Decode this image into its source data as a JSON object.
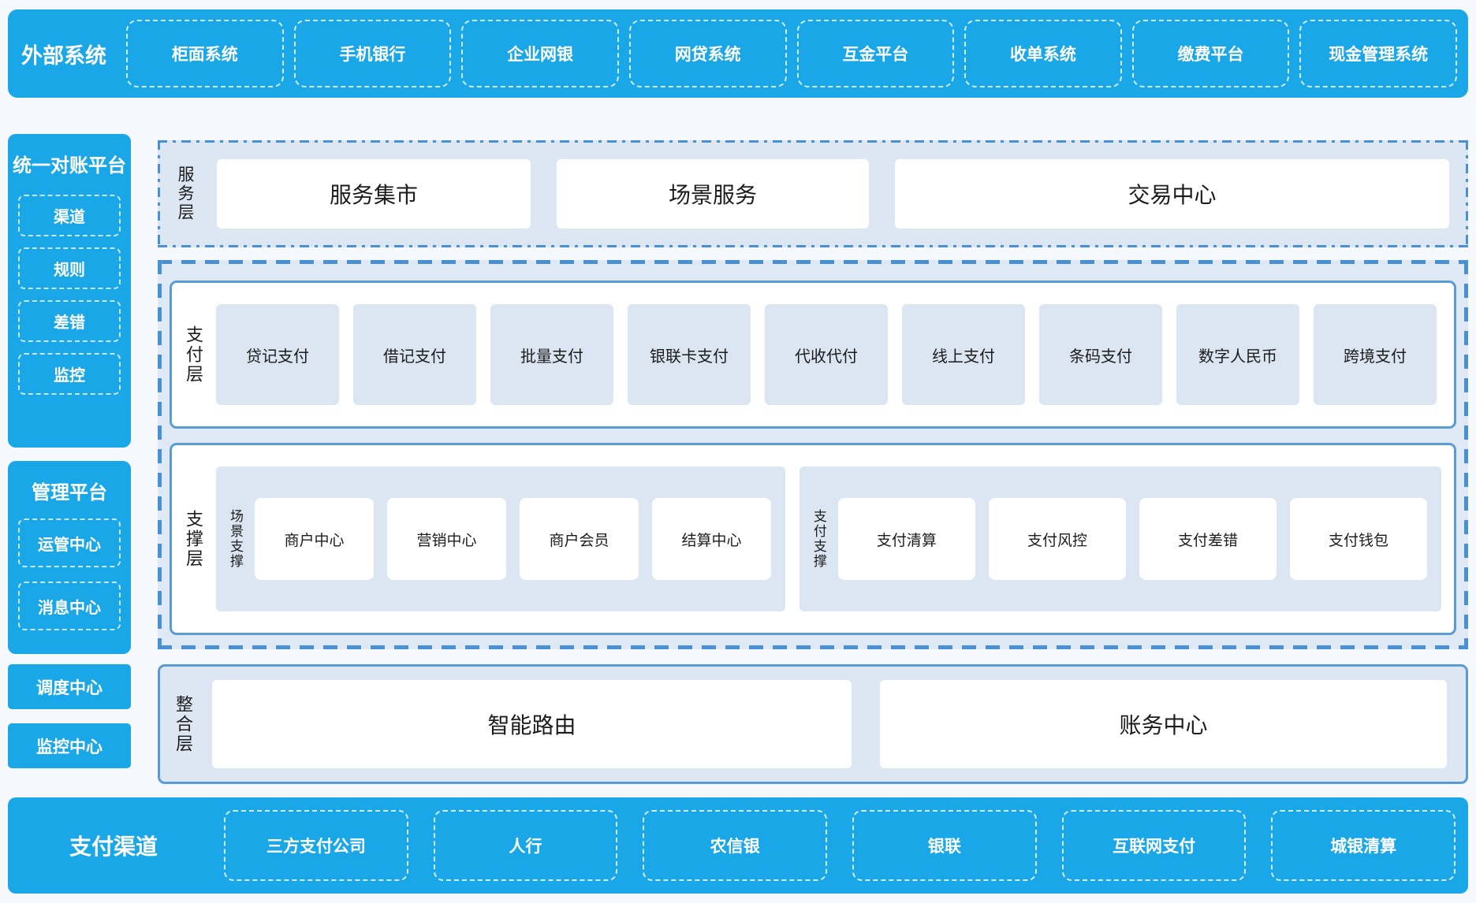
{
  "colors": {
    "accent_blue": "#1aa7e8",
    "solid_border_blue": "#5b9bd5",
    "dashed_border_blue": "#4a90d5",
    "section_bg": "#dde7f4",
    "cell_bg": "#dce6f3",
    "text_dark": "#1c1c1c",
    "text_light": "#ffffff"
  },
  "external_systems": {
    "title": "外部系统",
    "items": [
      "柜面系统",
      "手机银行",
      "企业网银",
      "网贷系统",
      "互金平台",
      "收单系统",
      "缴费平台",
      "现金管理系统"
    ]
  },
  "left_panels": {
    "reconciliation": {
      "title": "统一对账平台",
      "items": [
        "渠道",
        "规则",
        "差错",
        "监控"
      ]
    },
    "management": {
      "title": "管理平台",
      "items": [
        "运管中心",
        "消息中心"
      ]
    },
    "dispatch_center": "调度中心",
    "monitor_center": "监控中心"
  },
  "service_layer": {
    "label": "服务层",
    "items": [
      "服务集市",
      "场景服务",
      "交易中心"
    ]
  },
  "payment_layer": {
    "label": "支付层",
    "items": [
      "贷记支付",
      "借记支付",
      "批量支付",
      "银联卡支付",
      "代收代付",
      "线上支付",
      "条码支付",
      "数字人民币",
      "跨境支付"
    ]
  },
  "support_layer": {
    "label": "支撑层",
    "groups": [
      {
        "label": "场景支撑",
        "items": [
          "商户中心",
          "营销中心",
          "商户会员",
          "结算中心"
        ]
      },
      {
        "label": "支付支撑",
        "items": [
          "支付清算",
          "支付风控",
          "支付差错",
          "支付钱包"
        ]
      }
    ]
  },
  "integration_layer": {
    "label": "整合层",
    "items": [
      "智能路由",
      "账务中心"
    ]
  },
  "payment_channels": {
    "title": "支付渠道",
    "items": [
      "三方支付公司",
      "人行",
      "农信银",
      "银联",
      "互联网支付",
      "城银清算"
    ]
  }
}
